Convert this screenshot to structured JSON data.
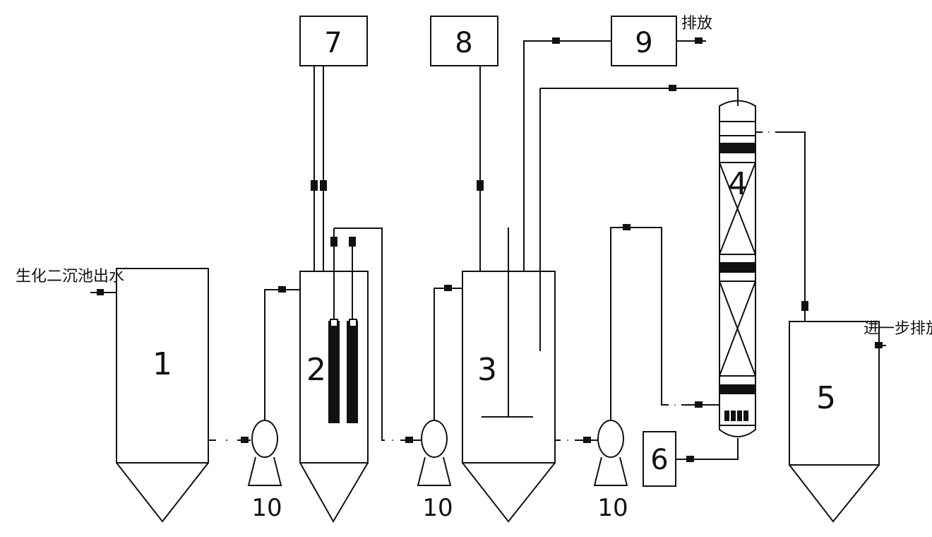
{
  "units": {
    "tank_1": "1",
    "tank_2": "2",
    "tank_3": "3",
    "column_4": "4",
    "tank_5": "5",
    "box_6": "6",
    "box_7": "7",
    "box_8": "8",
    "box_9": "9",
    "pump_label": "10"
  },
  "texts": {
    "inlet": "生化二沉池出水",
    "outlet_9": "排放",
    "outlet_5": "进一步排放"
  }
}
